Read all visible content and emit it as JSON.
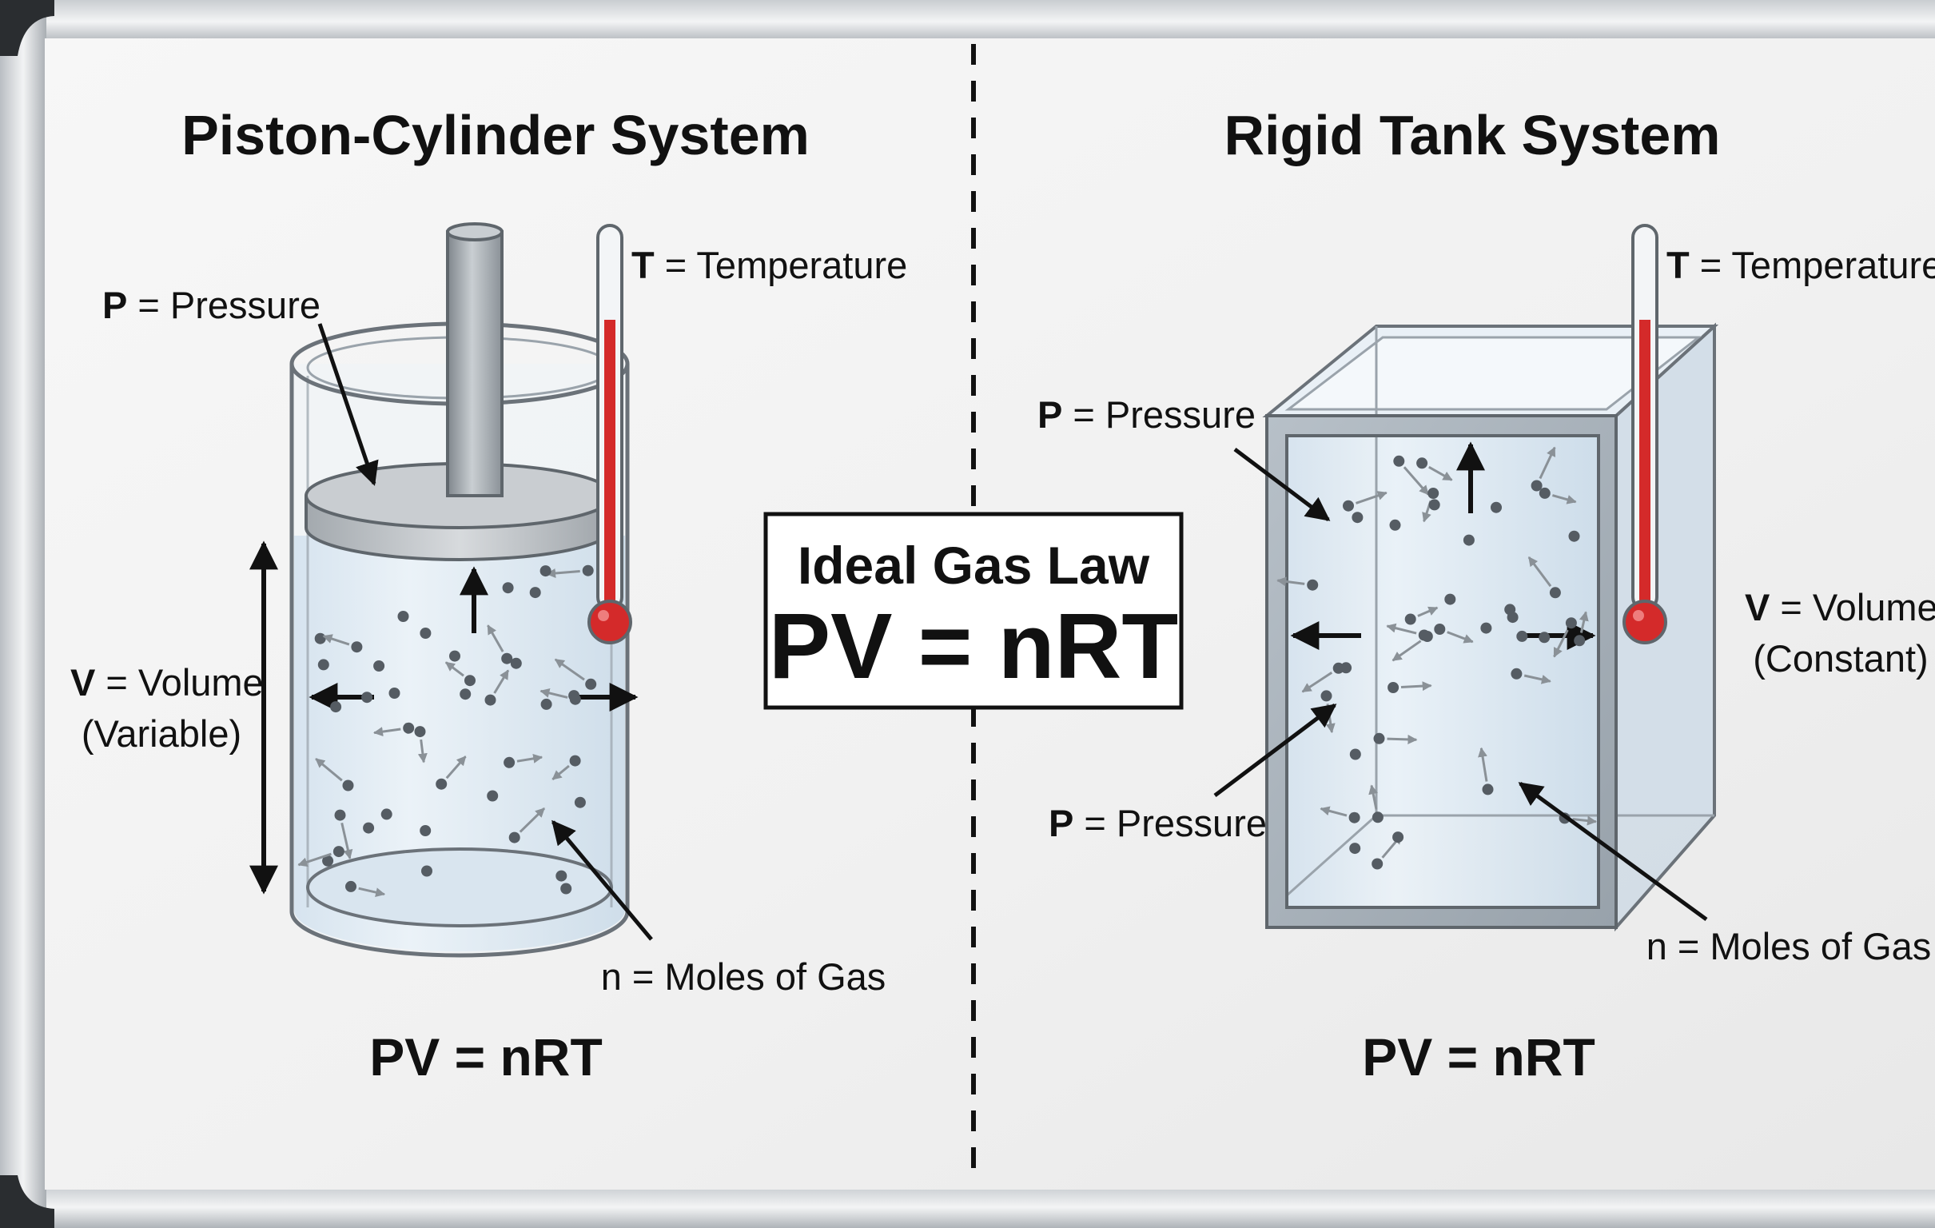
{
  "center": {
    "box_title": "Ideal Gas Law",
    "box_formula": "PV = nRT"
  },
  "left": {
    "title": "Piston-Cylinder System",
    "pressure_sym": "P",
    "pressure_rest": " = Pressure",
    "temperature_sym": "T",
    "temperature_rest": " = Temperature",
    "volume_sym": "V",
    "volume_rest": " = Volume",
    "volume_note": "(Variable)",
    "moles": "n = Moles of Gas",
    "formula": "PV = nRT"
  },
  "right": {
    "title": "Rigid Tank System",
    "pressure_top_sym": "P",
    "pressure_top_rest": " = Pressure",
    "pressure_bottom_sym": "P",
    "pressure_bottom_rest": " = Pressure",
    "temperature_sym": "T",
    "temperature_rest": " = Temperature",
    "volume_sym": "V",
    "volume_rest": " = Volume",
    "volume_note": "(Constant)",
    "moles": "n = Moles of Gas",
    "formula": "PV = nRT"
  },
  "colors": {
    "thermometer_fluid": "#d42a2a",
    "gas_fill": "#dde9f3",
    "frame": "#9aa3ab",
    "molecule": "#555c63"
  }
}
